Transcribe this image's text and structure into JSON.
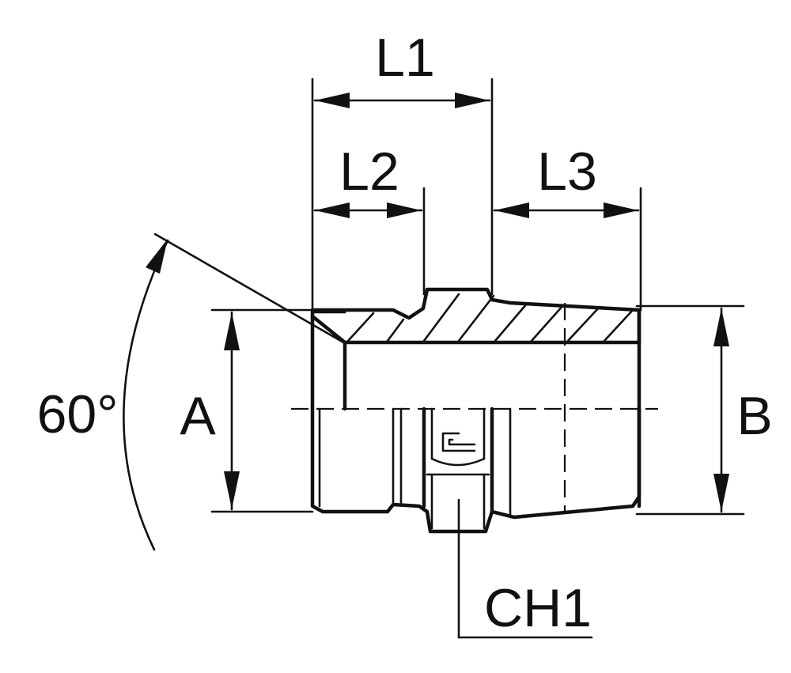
{
  "labels": {
    "l1": "L1",
    "l2": "L2",
    "l3": "L3",
    "a": "A",
    "b": "B",
    "ch1": "CH1",
    "angle": "60°"
  },
  "colors": {
    "ink": "#111111",
    "background": "#ffffff"
  }
}
